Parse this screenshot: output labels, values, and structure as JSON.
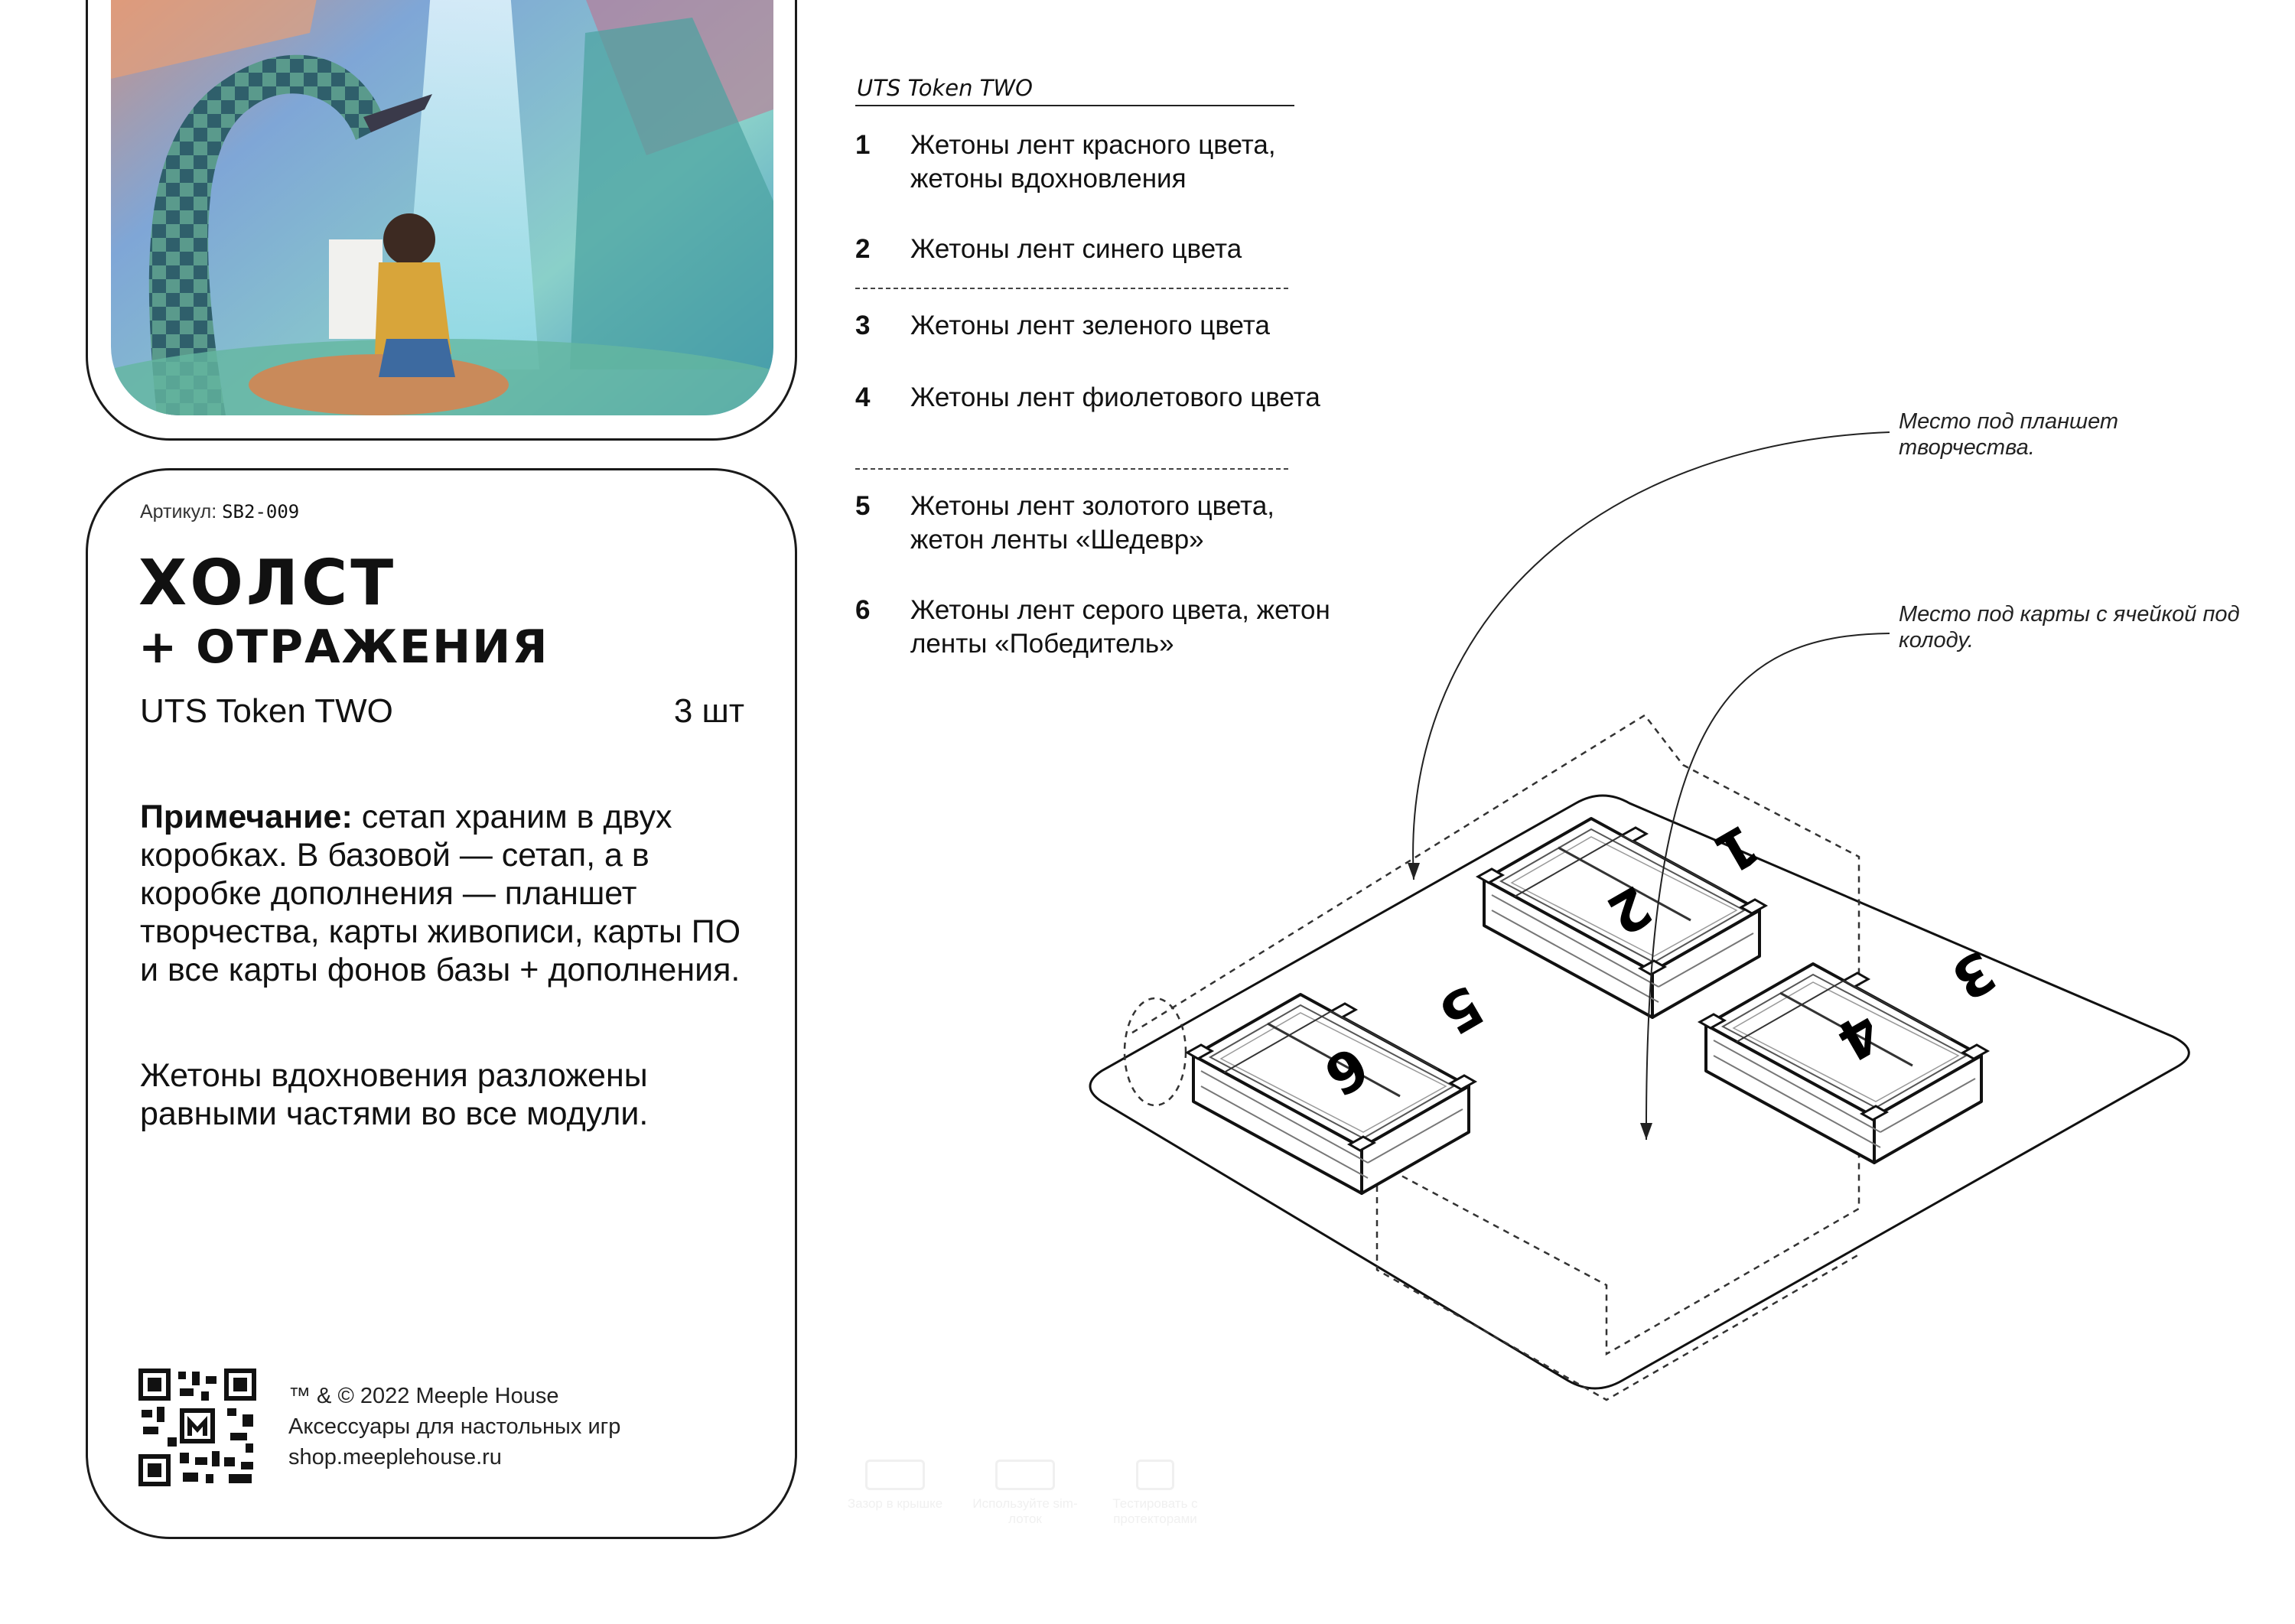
{
  "document": {
    "sku_label": "Артикул:",
    "sku_code": "SB2-009",
    "title_main": "ХОЛСТ",
    "title_sub": "+ ОТРАЖЕНИЯ",
    "product_name": "UTS Token TWO",
    "product_qty": "3 шт",
    "note_label": "Примечание:",
    "note_text": " сетап храним в двух коробках. В базовой — сетап, а в коробке дополнения — планшет творчества, карты живописи, карты ПО и все карты фонов базы + дополнения.",
    "note2_text": "Жетоны вдохновения разложены равными частями во все модули.",
    "footer": {
      "line1": "™ & © 2022 Meeple House",
      "line2": "Аксессуары для настольных игр",
      "line3": "shop.meeplehouse.ru"
    }
  },
  "legend": {
    "title": "UTS Token TWO",
    "items": [
      {
        "num": "1",
        "text": "Жетоны лент красного цвета, жетоны вдохновления"
      },
      {
        "num": "2",
        "text": "Жетоны лент синего цвета"
      },
      {
        "num": "3",
        "text": "Жетоны лент зеленого цвета"
      },
      {
        "num": "4",
        "text": "Жетоны лент фиолетового цвета"
      },
      {
        "num": "5",
        "text": "Жетоны лент золотого цвета, жетон ленты «Шедевр»"
      },
      {
        "num": "6",
        "text": "Жетоны лент серого цвета, жетон ленты «Победитель»"
      }
    ]
  },
  "diagram": {
    "callout_board": "Место под планшет творчества.",
    "callout_cards": "Место под карты с ячейкой под колоду.",
    "tray_labels": [
      "1",
      "2",
      "3",
      "4",
      "5",
      "6"
    ]
  },
  "faint_footer": [
    "Зазор в крышке",
    "Используйте sim-лоток",
    "Тестировать с протекторами"
  ],
  "colors": {
    "ink": "#111111",
    "accent": "#1a1a1a"
  }
}
